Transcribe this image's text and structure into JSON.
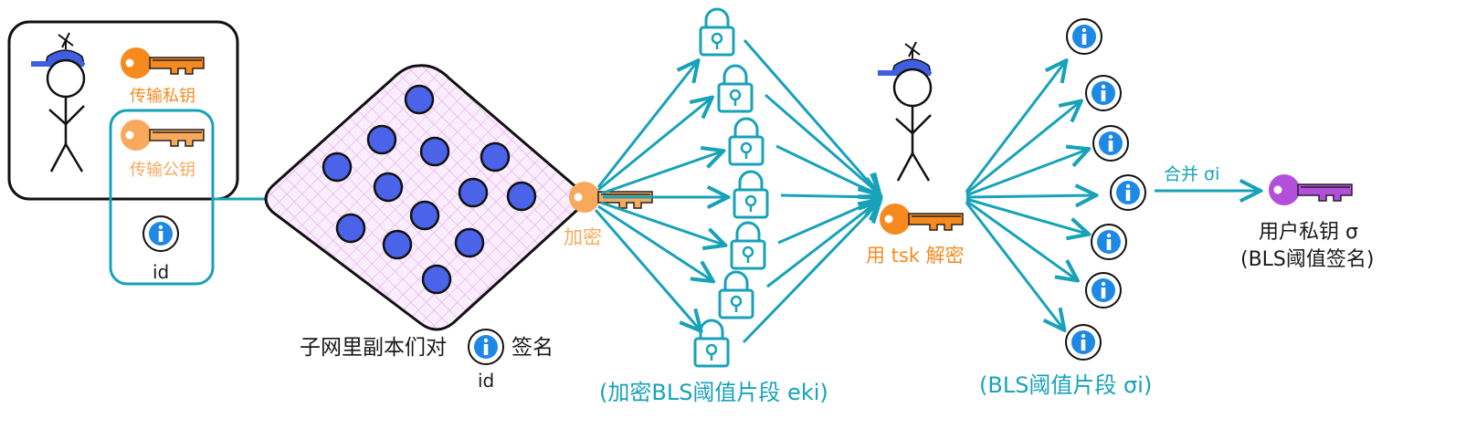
{
  "user_box": {
    "transport_private_key": "传输私钥",
    "transport_public_key": "传输公钥",
    "id": "id"
  },
  "subnet": {
    "caption_prefix": "子网里副本们对",
    "caption_suffix": "签名",
    "id": "id"
  },
  "encrypt_label": "加密",
  "shares_label": "(加密BLS阈值片段 eki)",
  "decrypt_label": "用 tsk 解密",
  "sig_shares_label": "(BLS阈值片段 σi)",
  "combine_label": "合并 σi",
  "result": {
    "line1": "用户私钥 σ",
    "line2": "(BLS阈值签名)"
  },
  "colors": {
    "teal": "#17a2b8",
    "orange": "#f68a1e",
    "light_orange": "#f9a95c",
    "purple": "#b44fdc",
    "blue_dot": "#4a63e8",
    "info_blue": "#1e88e5",
    "hat_blue": "#3f5ee0",
    "grid_pink": "#e9b6f0"
  },
  "icons": {
    "person": "stick-figure-icon",
    "key": "key-icon",
    "lock": "lock-icon",
    "info": "info-icon"
  }
}
